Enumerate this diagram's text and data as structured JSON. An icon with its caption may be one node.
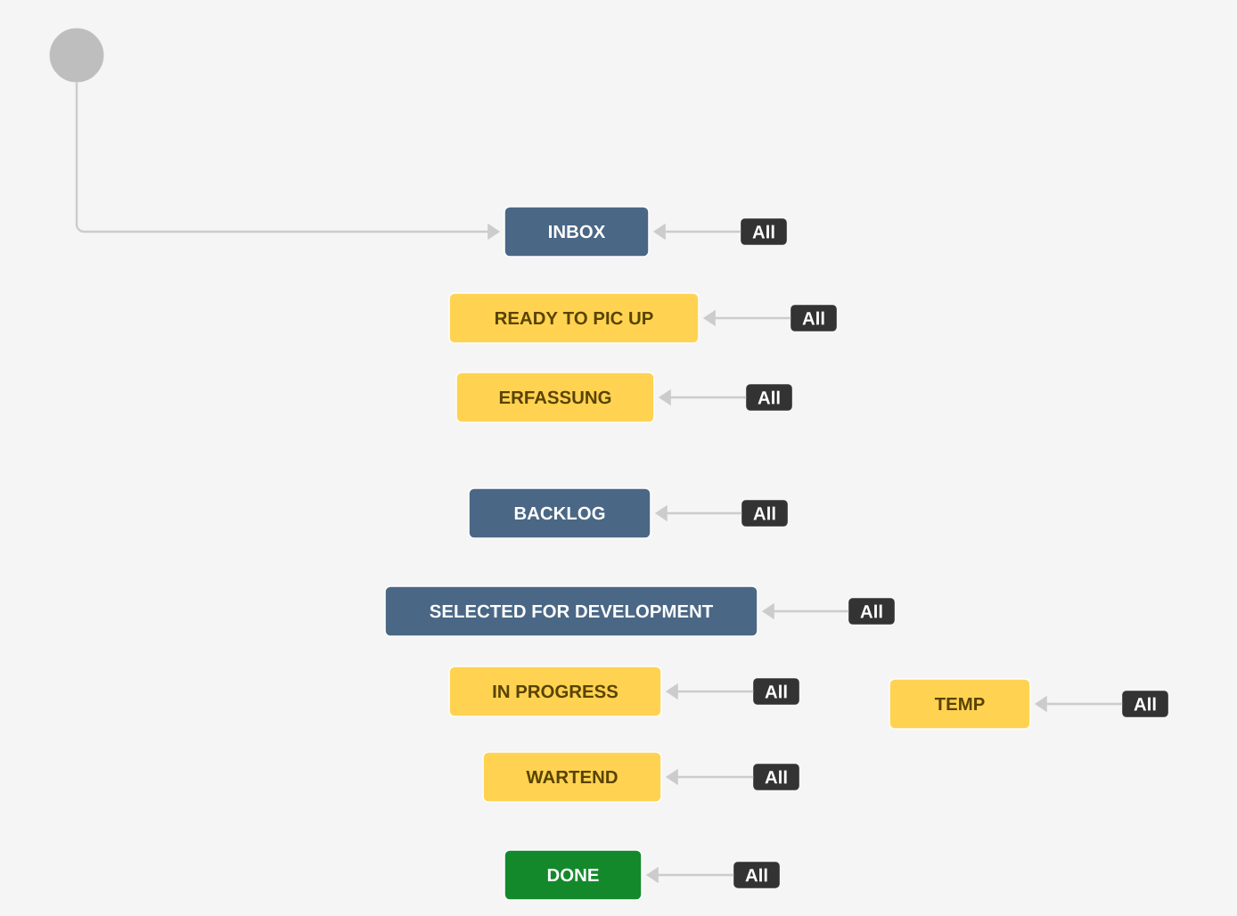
{
  "diagram": {
    "nodes": [
      {
        "text": [],
        "shape": "circle"
      },
      {
        "text": [
          "INBOX"
        ]
      },
      {
        "text": [
          "All"
        ]
      },
      {
        "text": [
          "READY TO PIC UP"
        ]
      },
      {
        "text": [
          "All"
        ]
      },
      {
        "text": [
          "ERFASSUNG"
        ]
      },
      {
        "text": [
          "All"
        ]
      },
      {
        "text": [
          "BACKLOG"
        ]
      },
      {
        "text": [
          "All"
        ]
      },
      {
        "text": [
          "SELECTED FOR DEVELOPMENT"
        ]
      },
      {
        "text": [
          "All"
        ]
      },
      {
        "text": [
          "IN PROGRESS"
        ]
      },
      {
        "text": [
          "All"
        ]
      },
      {
        "text": [
          "TEMP"
        ]
      },
      {
        "text": [
          "All"
        ]
      },
      {
        "text": [
          "WARTEND"
        ]
      },
      {
        "text": [
          "All"
        ]
      },
      {
        "text": [
          "DONE"
        ]
      },
      {
        "text": [
          "All"
        ]
      }
    ],
    "edges": [
      {
        "from": 0,
        "to": 1,
        "arrow": "to"
      },
      {
        "from": 2,
        "to": 1,
        "arrow": "to"
      },
      {
        "from": 4,
        "to": 3,
        "arrow": "to"
      },
      {
        "from": 6,
        "to": 5,
        "arrow": "to"
      },
      {
        "from": 8,
        "to": 7,
        "arrow": "to"
      },
      {
        "from": 10,
        "to": 9,
        "arrow": "to"
      },
      {
        "from": 12,
        "to": 11,
        "arrow": "to"
      },
      {
        "from": 14,
        "to": 13,
        "arrow": "to"
      },
      {
        "from": 16,
        "to": 15,
        "arrow": "to"
      },
      {
        "from": 18,
        "to": 17,
        "arrow": "to"
      }
    ]
  }
}
